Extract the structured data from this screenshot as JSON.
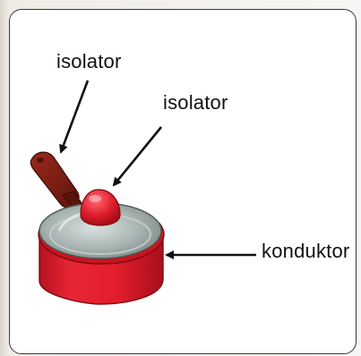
{
  "labels": {
    "handle_label": "isolator",
    "lid_knob_label": "isolator",
    "body_label": "konduktor"
  },
  "colors": {
    "pan_red": "#e0202e",
    "handle_brown": "#7a1d12",
    "lid_gray": "#9aa7a6",
    "arrow": "#111111"
  }
}
